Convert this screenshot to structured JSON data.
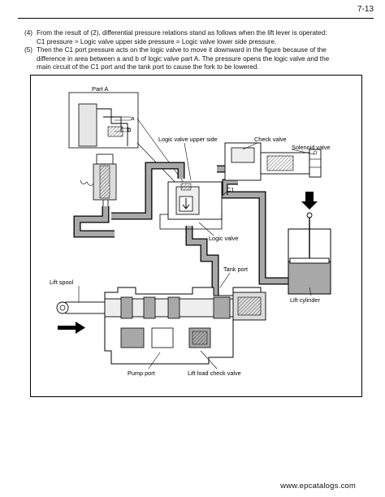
{
  "header": {
    "page_number": "7-13"
  },
  "paragraphs": [
    {
      "number": "(4)",
      "lines": [
        "From the result of (2), differential pressure relations stand as follows when the lift lever is operated:",
        "C1 pressure > Logic valve upper side pressure = Logic valve lower side pressure."
      ]
    },
    {
      "number": "(5)",
      "lines": [
        "Then the C1 port pressure acts on the logic valve to move it downward in the figure because of the",
        "difference in area between a and b of logic valve part A. The pressure opens the logic valve and the",
        "main circuit of the C1 port and the tank port to cause the fork to be lowered."
      ]
    }
  ],
  "figure": {
    "labels": {
      "part_a": "Part A",
      "a": "a",
      "b": "b",
      "logic_valve_upper_side": "Logic valve upper side",
      "check_valve": "Check valve",
      "solenoid_valve": "Solenoid valve",
      "c1": "C1",
      "logic_valve": "Logic valve",
      "tank_port": "Tank port",
      "lift_spool": "Lift spool",
      "lift_cylinder": "Lift cylinder",
      "pump_port": "Pump port",
      "lift_load_check_valve": "Lift load check valve"
    }
  },
  "watermark": "www.epcatalogs.com"
}
